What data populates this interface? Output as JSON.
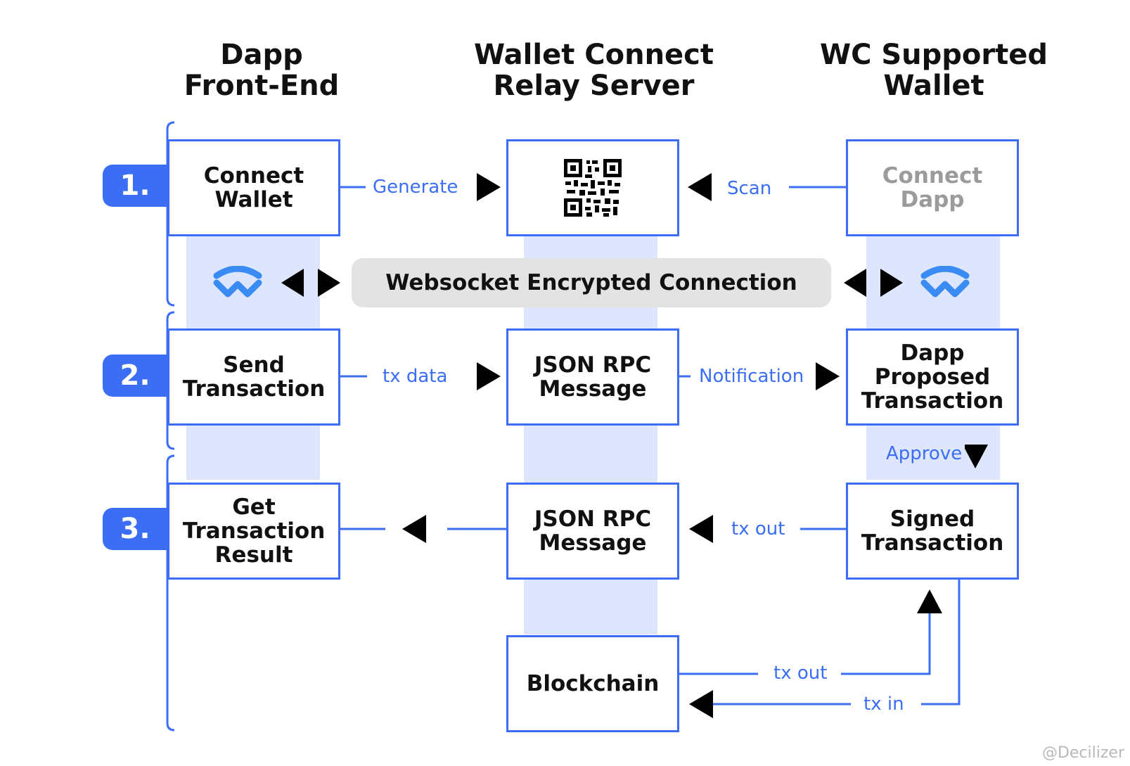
{
  "columns": {
    "dapp": "Dapp\nFront-End",
    "relay": "Wallet  Connect\nRelay Server",
    "wallet": "WC Supported\nWallet"
  },
  "steps": [
    "1.",
    "2.",
    "3."
  ],
  "boxes": {
    "connect_wallet": "Connect\nWallet",
    "connect_dapp": "Connect\nDapp",
    "send_transaction": "Send\nTransaction",
    "json_rpc_1": "JSON RPC\nMessage",
    "dapp_proposed": "Dapp\nProposed\nTransaction",
    "get_result": "Get\nTransaction\nResult",
    "json_rpc_2": "JSON RPC\nMessage",
    "signed_transaction": "Signed\nTransaction",
    "blockchain": "Blockchain"
  },
  "edges": {
    "generate": "Generate",
    "scan": "Scan",
    "tx_data": "tx data",
    "notification": "Notification",
    "approve": "Approve",
    "tx_out_1": "tx out",
    "tx_out_2": "tx out",
    "tx_in": "tx in"
  },
  "websocket": "Websocket Encrypted Connection",
  "watermark": "@Decilizer",
  "colors": {
    "accent": "#3b6ef5",
    "band": "#dde6fd",
    "pill": "#e3e3e3",
    "muted": "#9b9b9b"
  },
  "icons": [
    "qr-code-icon",
    "walletconnect-logo-icon"
  ]
}
